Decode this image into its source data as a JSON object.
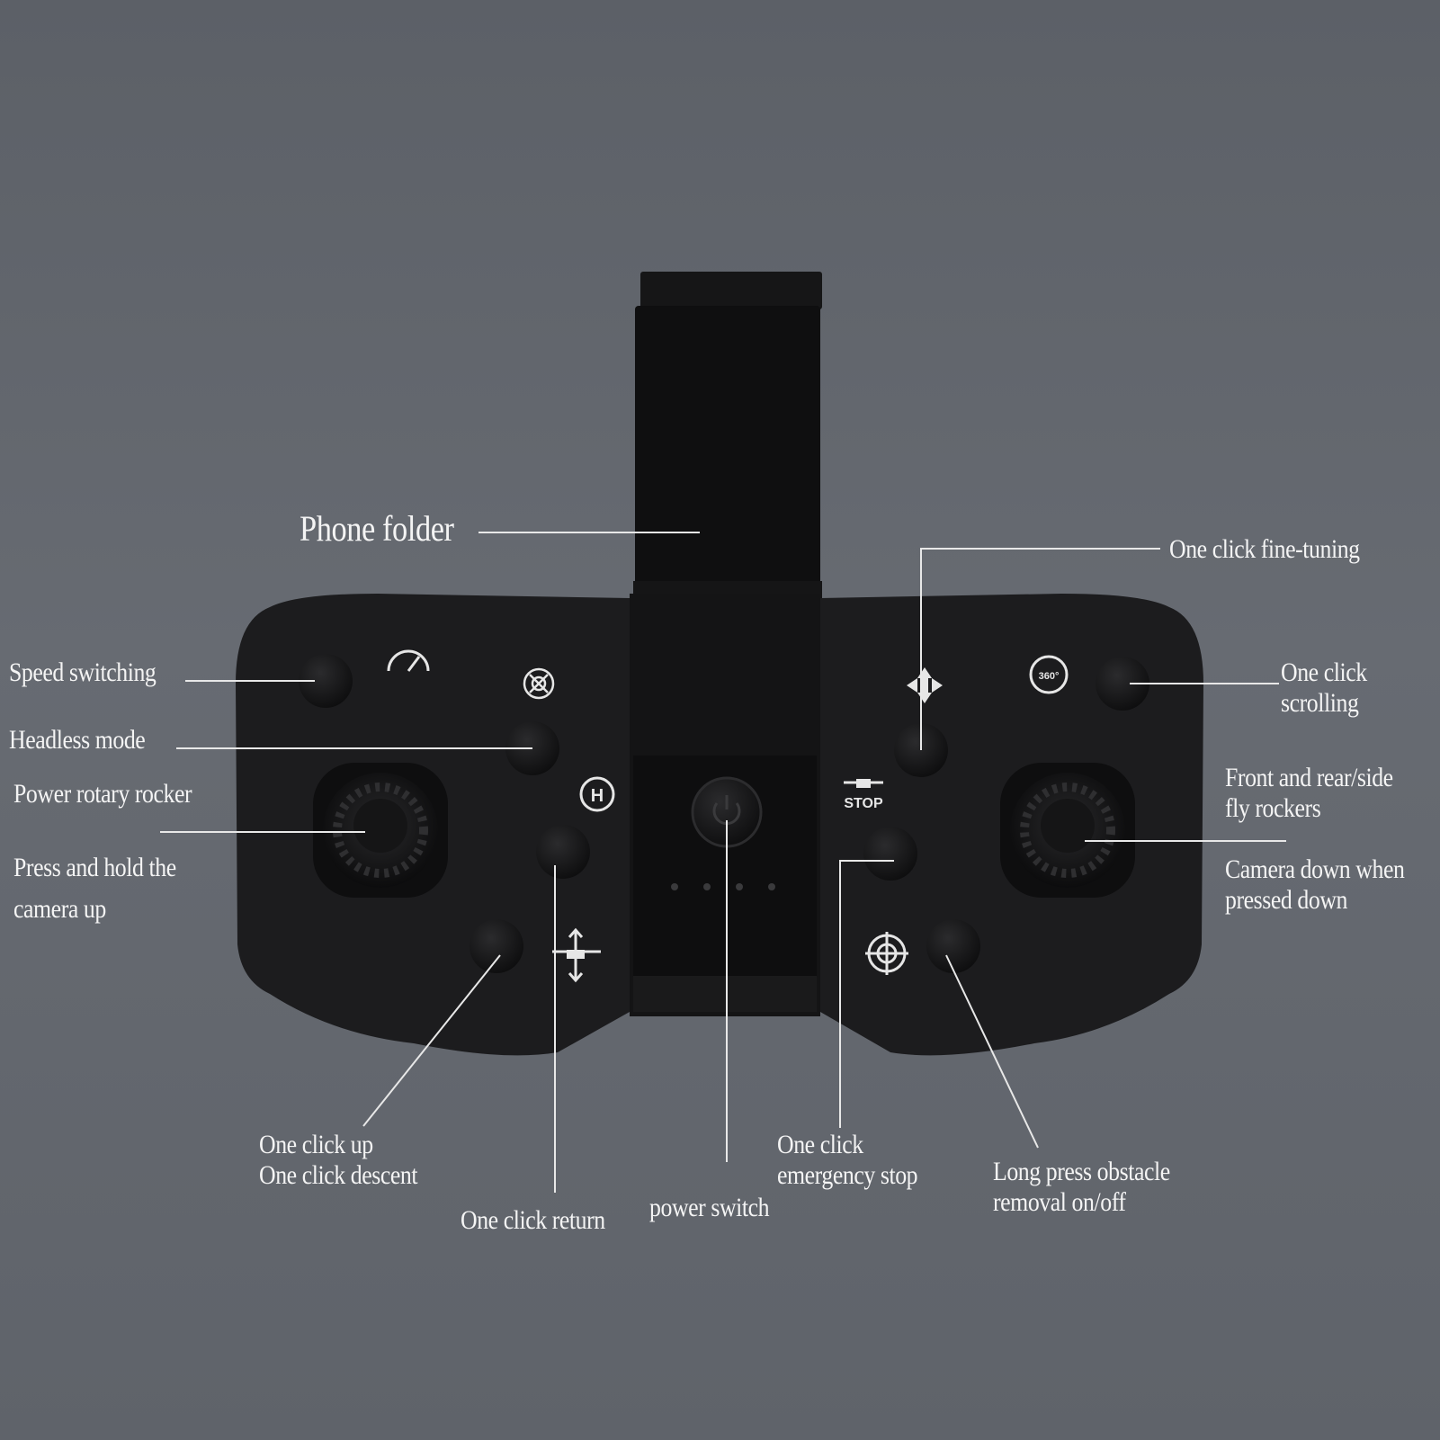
{
  "colors": {
    "background": "#62666d",
    "controller_body": "#1b1b1d",
    "button": "#121213",
    "leader_line": "#e8e8e8",
    "label_text": "#f4f4f4",
    "icon": "#e6e6e6"
  },
  "labels": {
    "phone_folder": "Phone folder",
    "one_click_fine_tuning": "One click fine-tuning",
    "speed_switching": "Speed switching",
    "one_click_scrolling": [
      "One click",
      "scrolling"
    ],
    "headless_mode": "Headless mode",
    "power_rotary_rocker": "Power rotary rocker",
    "press_hold_camera_up": [
      "Press and hold the",
      "camera up"
    ],
    "front_rear_side_rockers": [
      "Front and rear/side",
      "fly rockers"
    ],
    "camera_down": [
      "Camera down when",
      "pressed down"
    ],
    "one_click_up_descent": [
      "One click up",
      "One click descent"
    ],
    "one_click_return": "One click return",
    "power_switch": "power switch",
    "emergency_stop": [
      "One click",
      "emergency stop"
    ],
    "obstacle_removal": [
      "Long press obstacle",
      "removal on/off"
    ]
  },
  "icons": {
    "speed": "speedometer-icon",
    "headless": "headless-compass-icon",
    "return_home": "return-home-h-icon",
    "up_down": "drone-up-down-icon",
    "fine_tune": "four-way-arrows-icon",
    "flip": "flip-360-icon",
    "stop": "drone-stop-icon",
    "stop_text": "STOP",
    "flip_text": "360°",
    "obstacle": "target-icon",
    "power": "power-icon"
  }
}
